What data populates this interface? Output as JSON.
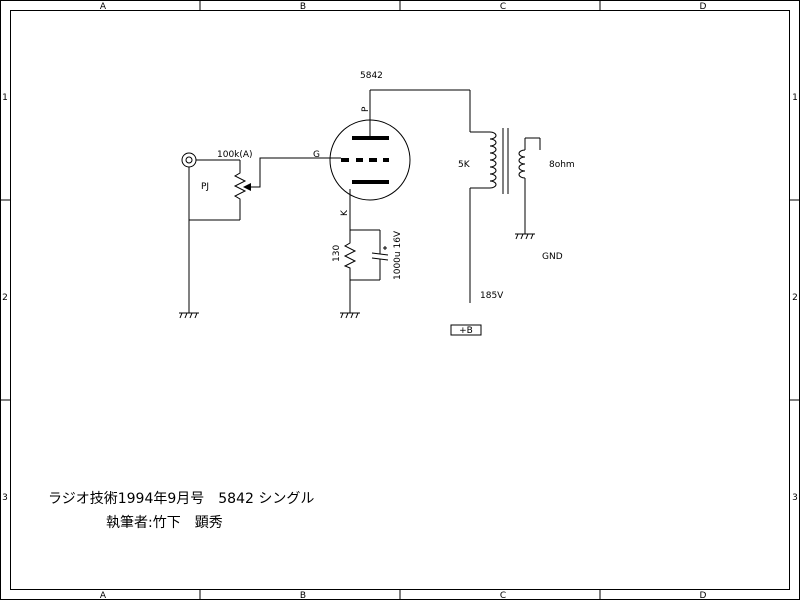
{
  "frame": {
    "columns": [
      "A",
      "B",
      "C",
      "D"
    ],
    "rows": [
      "1",
      "2",
      "3"
    ]
  },
  "components": {
    "tube_type": "5842",
    "plate_pin": "P",
    "grid_pin": "G",
    "cathode_pin": "K",
    "volume_pot": "100k(A)",
    "input_jack": "PJ",
    "cathode_resistor": "130",
    "cathode_capacitor": "1000u 16V",
    "transformer_primary": "5K",
    "transformer_secondary": "8ohm",
    "ground_label": "GND",
    "b_plus_voltage": "185V",
    "b_plus_terminal": "+B"
  },
  "title_block": {
    "line1": "ラジオ技術1994年9月号　5842 シングル",
    "line2": "執筆者:竹下　顕秀"
  }
}
